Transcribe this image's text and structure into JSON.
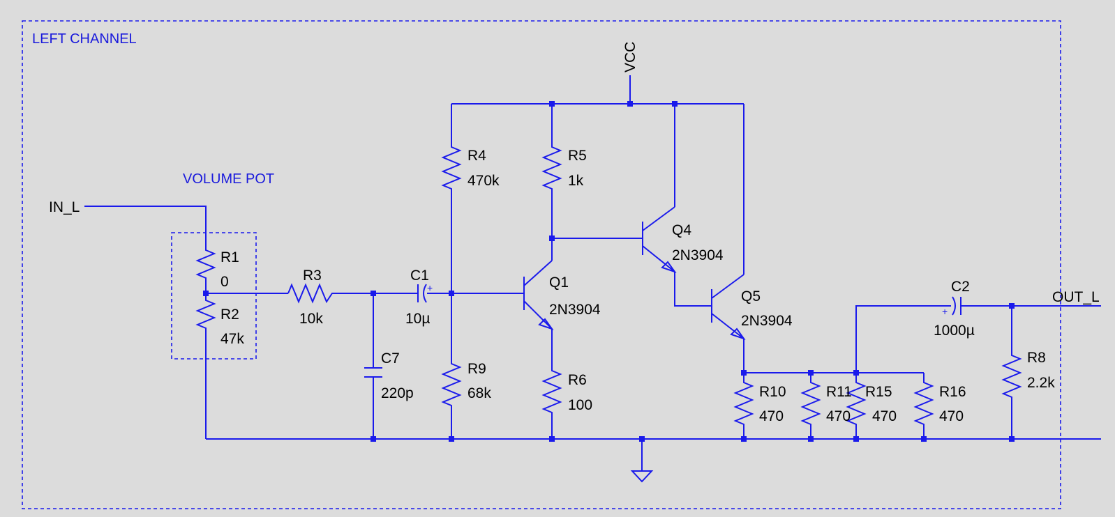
{
  "comments": {
    "channel_title": "LEFT CHANNEL",
    "volume_pot": "VOLUME POT"
  },
  "nets": {
    "in": "IN_L",
    "out": "OUT_L",
    "vcc": "VCC"
  },
  "components": {
    "r1": {
      "ref": "R1",
      "value": "0"
    },
    "r2": {
      "ref": "R2",
      "value": "47k"
    },
    "r3": {
      "ref": "R3",
      "value": "10k"
    },
    "r4": {
      "ref": "R4",
      "value": "470k"
    },
    "r5": {
      "ref": "R5",
      "value": "1k"
    },
    "r6": {
      "ref": "R6",
      "value": "100"
    },
    "r8": {
      "ref": "R8",
      "value": "2.2k"
    },
    "r9": {
      "ref": "R9",
      "value": "68k"
    },
    "r10": {
      "ref": "R10",
      "value": "470"
    },
    "r11": {
      "ref": "R11",
      "value": "470"
    },
    "r15": {
      "ref": "R15",
      "value": "470"
    },
    "r16": {
      "ref": "R16",
      "value": "470"
    },
    "c1": {
      "ref": "C1",
      "value": "10µ"
    },
    "c2": {
      "ref": "C2",
      "value": "1000µ"
    },
    "c7": {
      "ref": "C7",
      "value": "220p"
    },
    "q1": {
      "ref": "Q1",
      "value": "2N3904"
    },
    "q4": {
      "ref": "Q4",
      "value": "2N3904"
    },
    "q5": {
      "ref": "Q5",
      "value": "2N3904"
    }
  },
  "polarity_mark": "+",
  "colors": {
    "background": "#dcdcdc",
    "wire": "#1a1aeb",
    "comment_text": "#1a1adc",
    "label_text": "#000000"
  }
}
